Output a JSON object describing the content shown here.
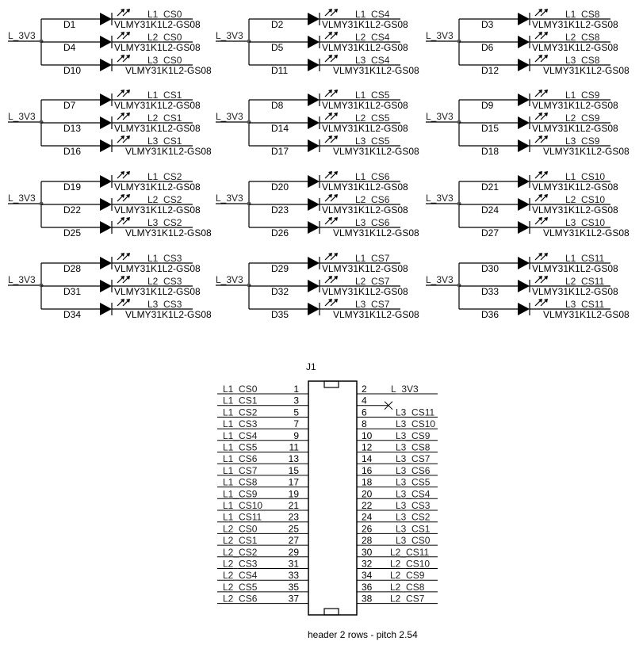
{
  "supply_net": "L_3V3",
  "part_number": "VLMY31K1L2-GS08",
  "led_blocks": [
    {
      "designators": [
        "D1",
        "D4",
        "D10"
      ],
      "nets": [
        "L1_CS0",
        "L2_CS0",
        "L3_CS0"
      ]
    },
    {
      "designators": [
        "D2",
        "D5",
        "D11"
      ],
      "nets": [
        "L1_CS4",
        "L2_CS4",
        "L3_CS4"
      ]
    },
    {
      "designators": [
        "D3",
        "D6",
        "D12"
      ],
      "nets": [
        "L1_CS8",
        "L2_CS8",
        "L3_CS8"
      ]
    },
    {
      "designators": [
        "D7",
        "D13",
        "D16"
      ],
      "nets": [
        "L1_CS1",
        "L2_CS1",
        "L3_CS1"
      ]
    },
    {
      "designators": [
        "D8",
        "D14",
        "D17"
      ],
      "nets": [
        "L1_CS5",
        "L2_CS5",
        "L3_CS5"
      ]
    },
    {
      "designators": [
        "D9",
        "D15",
        "D18"
      ],
      "nets": [
        "L1_CS9",
        "L2_CS9",
        "L3_CS9"
      ]
    },
    {
      "designators": [
        "D19",
        "D22",
        "D25"
      ],
      "nets": [
        "L1_CS2",
        "L2_CS2",
        "L3_CS2"
      ]
    },
    {
      "designators": [
        "D20",
        "D23",
        "D26"
      ],
      "nets": [
        "L1_CS6",
        "L2_CS6",
        "L3_CS6"
      ]
    },
    {
      "designators": [
        "D21",
        "D24",
        "D27"
      ],
      "nets": [
        "L1_CS10",
        "L2_CS10",
        "L3_CS10"
      ]
    },
    {
      "designators": [
        "D28",
        "D31",
        "D34"
      ],
      "nets": [
        "L1_CS3",
        "L2_CS3",
        "L3_CS3"
      ]
    },
    {
      "designators": [
        "D29",
        "D32",
        "D35"
      ],
      "nets": [
        "L1_CS7",
        "L2_CS7",
        "L3_CS7"
      ]
    },
    {
      "designators": [
        "D30",
        "D33",
        "D36"
      ],
      "nets": [
        "L1_CS11",
        "L2_CS11",
        "L3_CS11"
      ]
    }
  ],
  "connector": {
    "designator": "J1",
    "description": "header 2 rows - pitch 2.54",
    "left_pins": [
      {
        "num": "1",
        "net": "L1_CS0"
      },
      {
        "num": "3",
        "net": "L1_CS1"
      },
      {
        "num": "5",
        "net": "L1_CS2"
      },
      {
        "num": "7",
        "net": "L1_CS3"
      },
      {
        "num": "9",
        "net": "L1_CS4"
      },
      {
        "num": "11",
        "net": "L1_CS5"
      },
      {
        "num": "13",
        "net": "L1_CS6"
      },
      {
        "num": "15",
        "net": "L1_CS7"
      },
      {
        "num": "17",
        "net": "L1_CS8"
      },
      {
        "num": "19",
        "net": "L1_CS9"
      },
      {
        "num": "21",
        "net": "L1_CS10"
      },
      {
        "num": "23",
        "net": "L1_CS11"
      },
      {
        "num": "25",
        "net": "L2_CS0"
      },
      {
        "num": "27",
        "net": "L2_CS1"
      },
      {
        "num": "29",
        "net": "L2_CS2"
      },
      {
        "num": "31",
        "net": "L2_CS3"
      },
      {
        "num": "33",
        "net": "L2_CS4"
      },
      {
        "num": "35",
        "net": "L2_CS5"
      },
      {
        "num": "37",
        "net": "L2_CS6"
      }
    ],
    "right_pins": [
      {
        "num": "2",
        "net": "L_3V3"
      },
      {
        "num": "4",
        "net": ""
      },
      {
        "num": "6",
        "net": "L3_CS11"
      },
      {
        "num": "8",
        "net": "L3_CS10"
      },
      {
        "num": "10",
        "net": "L3_CS9"
      },
      {
        "num": "12",
        "net": "L3_CS8"
      },
      {
        "num": "14",
        "net": "L3_CS7"
      },
      {
        "num": "16",
        "net": "L3_CS6"
      },
      {
        "num": "18",
        "net": "L3_CS5"
      },
      {
        "num": "20",
        "net": "L3_CS4"
      },
      {
        "num": "22",
        "net": "L3_CS3"
      },
      {
        "num": "24",
        "net": "L3_CS2"
      },
      {
        "num": "26",
        "net": "L3_CS1"
      },
      {
        "num": "28",
        "net": "L3_CS0"
      },
      {
        "num": "30",
        "net": "L2_CS11"
      },
      {
        "num": "32",
        "net": "L2_CS10"
      },
      {
        "num": "34",
        "net": "L2_CS9"
      },
      {
        "num": "36",
        "net": "L2_CS8"
      },
      {
        "num": "38",
        "net": "L2_CS7"
      }
    ]
  }
}
